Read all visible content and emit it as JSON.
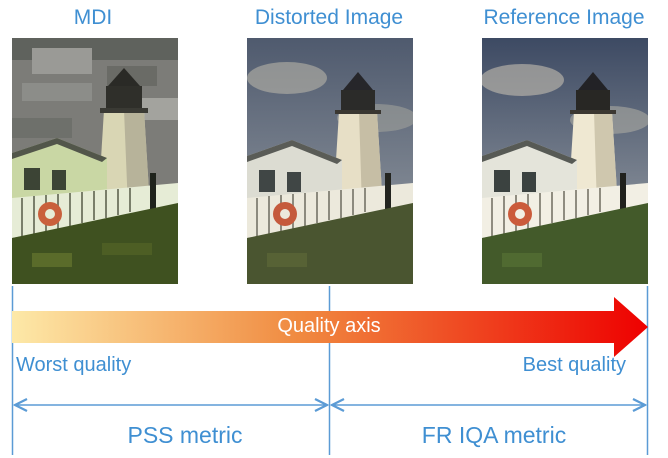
{
  "columns": [
    {
      "title": "MDI",
      "image": "lighthouse-photo-heavily-quantized"
    },
    {
      "title": "Distorted Image",
      "image": "lighthouse-photo-distorted"
    },
    {
      "title": "Reference Image",
      "image": "lighthouse-photo-reference"
    }
  ],
  "axis": {
    "label": "Quality axis",
    "worst_label": "Worst quality",
    "best_label": "Best quality",
    "gradient_start": "#fde9a8",
    "gradient_mid": "#f08a40",
    "gradient_end": "#ee0000"
  },
  "metrics": {
    "left_label": "PSS metric",
    "right_label": "FR IQA metric"
  },
  "colors": {
    "accent": "#3f8fd2",
    "guide_line": "#5b9bd5"
  }
}
